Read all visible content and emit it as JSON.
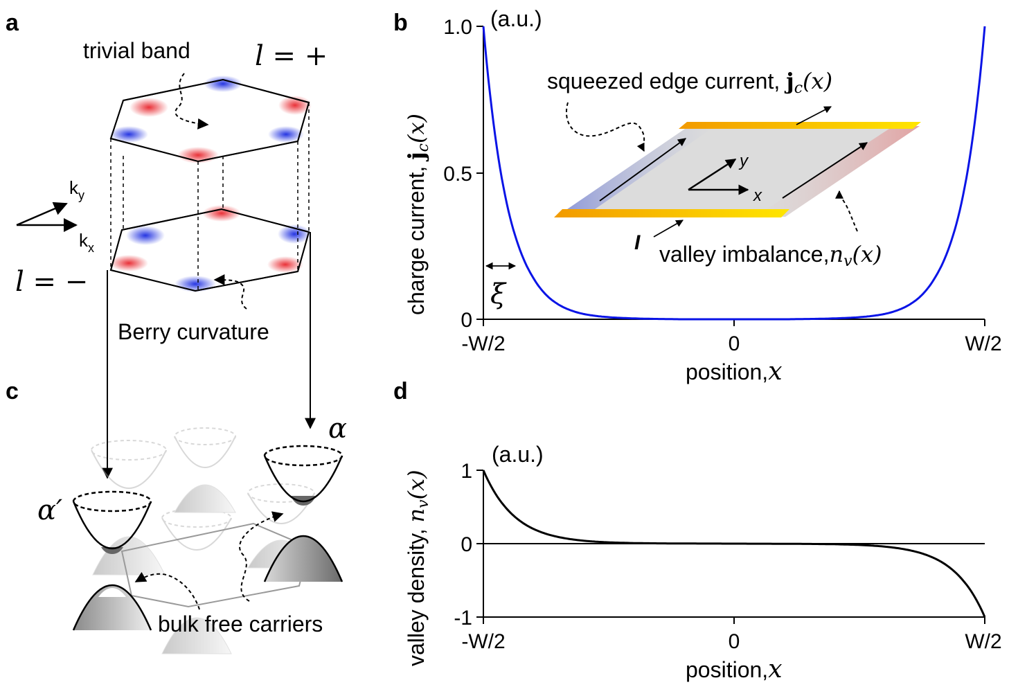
{
  "panels": {
    "a": {
      "letter": "a",
      "trivial_band": "trivial band",
      "l_plus": "l = +",
      "l_minus": "l = −",
      "ky": "k",
      "ky_sub": "y",
      "kx": "k",
      "kx_sub": "x",
      "berry": "Berry curvature"
    },
    "b": {
      "letter": "b",
      "units": "(a.u.)",
      "ylabel_text": "charge current,",
      "ylabel_math": "j",
      "ylabel_math_sub": "c",
      "ylabel_math_arg": "(x)",
      "inset_edge": "squeezed edge current,",
      "inset_edge_math": "j",
      "inset_edge_sub": "c",
      "inset_edge_arg": "(x)",
      "inset_valley": "valley imbalance,",
      "inset_valley_math": "n",
      "inset_valley_sub": "v",
      "inset_valley_arg": "(x)",
      "inset_I": "I",
      "inset_x": "x",
      "inset_y": "y",
      "xi": "ξ",
      "xlabel_text": "position,",
      "xlabel_math": "x"
    },
    "c": {
      "letter": "c",
      "alpha": "α",
      "alpha_prime": "α′",
      "carriers": "bulk free carriers"
    },
    "d": {
      "letter": "d",
      "units": "(a.u.)",
      "ylabel_text": "valley density,",
      "ylabel_math": "n",
      "ylabel_math_sub": "v",
      "ylabel_math_arg": "(x)",
      "xlabel_text": "position,",
      "xlabel_math": "x"
    }
  },
  "colors": {
    "curve_b": "#0a14e6",
    "curve_d": "#000000",
    "red": "#e8262d",
    "blue": "#1a2be0",
    "gold": "#f5b800"
  },
  "chart_data": [
    {
      "type": "line",
      "title": "",
      "xlabel": "position, x",
      "ylabel": "charge current, jc(x)",
      "x_ticks": [
        "-W/2",
        "0",
        "W/2"
      ],
      "y_ticks": [
        "0",
        "0.5",
        "1.0"
      ],
      "ylim": [
        0,
        1.0
      ],
      "x": [
        -0.5,
        -0.45,
        -0.4,
        -0.35,
        -0.3,
        -0.25,
        -0.2,
        -0.15,
        -0.1,
        -0.05,
        0,
        0.05,
        0.1,
        0.15,
        0.2,
        0.25,
        0.3,
        0.35,
        0.4,
        0.45,
        0.5
      ],
      "series": [
        {
          "values": [
            1.0,
            0.37,
            0.14,
            0.05,
            0.018,
            0.007,
            0.003,
            0.001,
            0.0,
            0.0,
            0.0,
            0.0,
            0.0,
            0.001,
            0.003,
            0.007,
            0.018,
            0.05,
            0.14,
            0.37,
            1.0
          ]
        }
      ],
      "annotation": "ξ"
    },
    {
      "type": "line",
      "title": "",
      "xlabel": "position, x",
      "ylabel": "valley density, nv(x)",
      "x_ticks": [
        "-W/2",
        "0",
        "W/2"
      ],
      "y_ticks": [
        "-1",
        "0",
        "1"
      ],
      "ylim": [
        -1,
        1
      ],
      "x": [
        -0.5,
        -0.45,
        -0.4,
        -0.35,
        -0.3,
        -0.25,
        -0.2,
        -0.15,
        -0.1,
        -0.05,
        0,
        0.05,
        0.1,
        0.15,
        0.2,
        0.25,
        0.3,
        0.35,
        0.4,
        0.45,
        0.5
      ],
      "series": [
        {
          "values": [
            1.0,
            0.45,
            0.2,
            0.09,
            0.04,
            0.018,
            0.008,
            0.004,
            0.002,
            0.001,
            0.0,
            -0.001,
            -0.002,
            -0.004,
            -0.008,
            -0.018,
            -0.04,
            -0.09,
            -0.2,
            -0.45,
            -1.0
          ]
        }
      ]
    }
  ]
}
